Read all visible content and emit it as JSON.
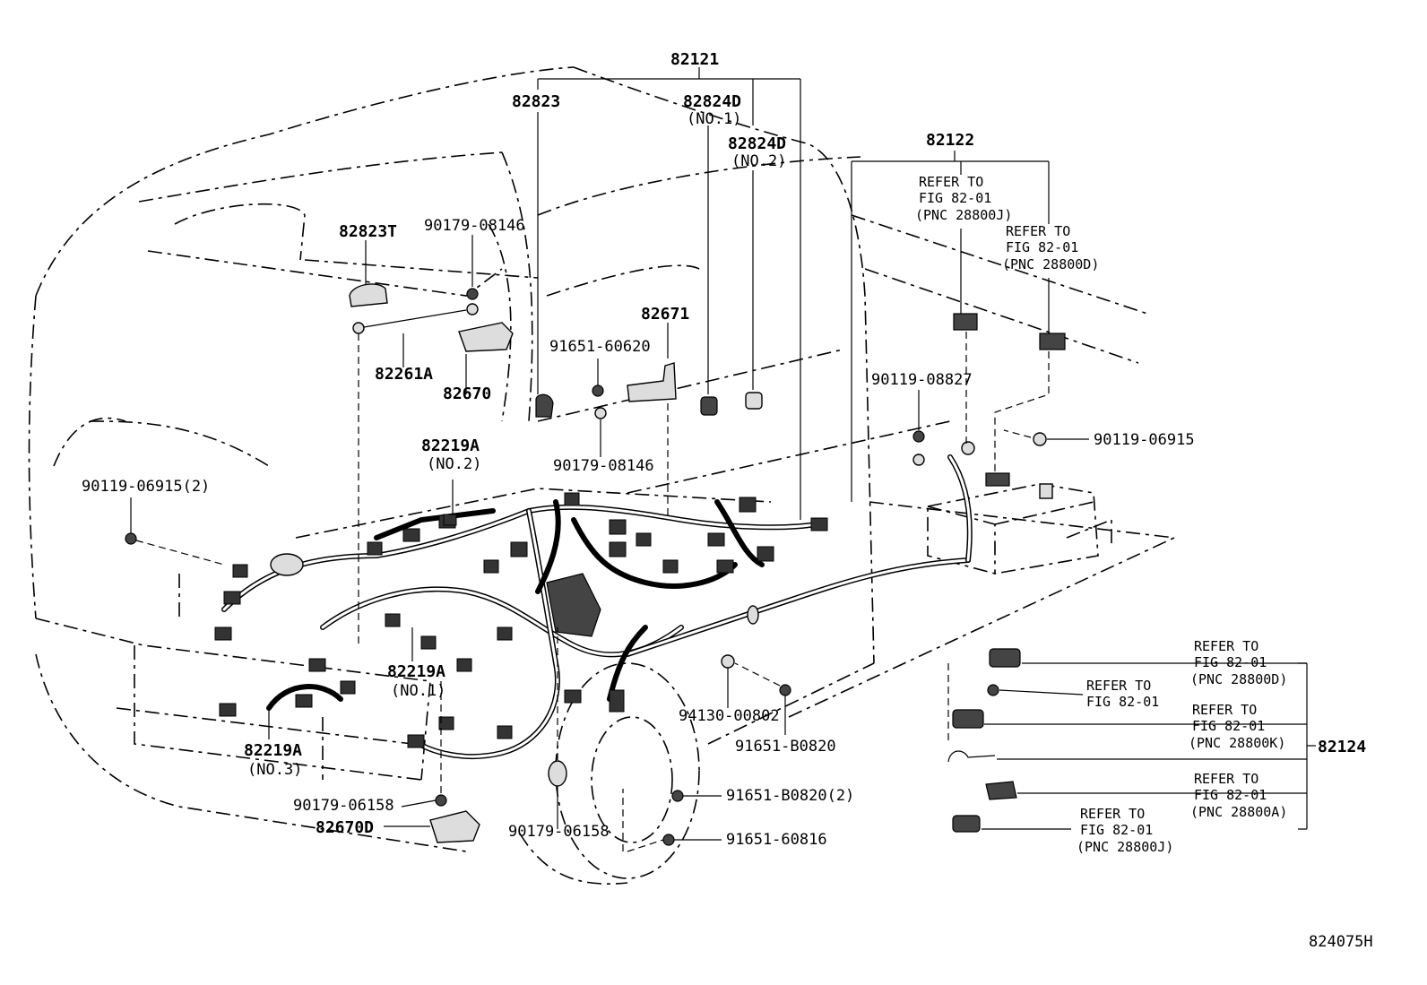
{
  "diagram": {
    "figure_code": "824075H",
    "labels": {
      "p82121": "82121",
      "p82823": "82823",
      "p82824d_1": "82824D",
      "p82824d_1_note": "(NO.1)",
      "p82824d_2": "82824D",
      "p82824d_2_note": "(NO.2)",
      "p82823t": "82823T",
      "p90179_08146_a": "90179-08146",
      "p82261a": "82261A",
      "p82670": "82670",
      "p82671": "82671",
      "p91651_60620": "91651-60620",
      "p90179_08146_b": "90179-08146",
      "p82219a_2": "82219A",
      "p82219a_2_note": "(NO.2)",
      "p90119_06915_2": "90119-06915(2)",
      "p82219a_1": "82219A",
      "p82219a_1_note": "(NO.1)",
      "p82219a_3": "82219A",
      "p82219a_3_note": "(NO.3)",
      "p90179_06158_a": "90179-06158",
      "p82670d": "82670D",
      "p90179_06158_b": "90179-06158",
      "p94130_00802": "94130-00802",
      "p91651_b0820": "91651-B0820",
      "p91651_b0820_2": "91651-B0820(2)",
      "p91651_60816": "91651-60816",
      "p82122": "82122",
      "p90119_08827": "90119-08827",
      "p90119_06915": "90119-06915",
      "p82124": "82124"
    },
    "refer_notes": [
      {
        "line1": "REFER TO",
        "line2": "FIG 82-01",
        "line3": "(PNC 28800J)"
      },
      {
        "line1": "REFER TO",
        "line2": "FIG 82-01",
        "line3": "(PNC 28800D)"
      },
      {
        "line1": "REFER TO",
        "line2": "FIG 82-01",
        "line3": "(PNC 28800D)"
      },
      {
        "line1": "REFER TO",
        "line2": "FIG 82-01",
        "line3": ""
      },
      {
        "line1": "REFER TO",
        "line2": "FIG 82-01",
        "line3": "(PNC 28800K)"
      },
      {
        "line1": "REFER TO",
        "line2": "FIG 82-01",
        "line3": "(PNC 28800A)"
      },
      {
        "line1": "REFER TO",
        "line2": "FIG 82-01",
        "line3": "(PNC 28800J)"
      }
    ]
  }
}
